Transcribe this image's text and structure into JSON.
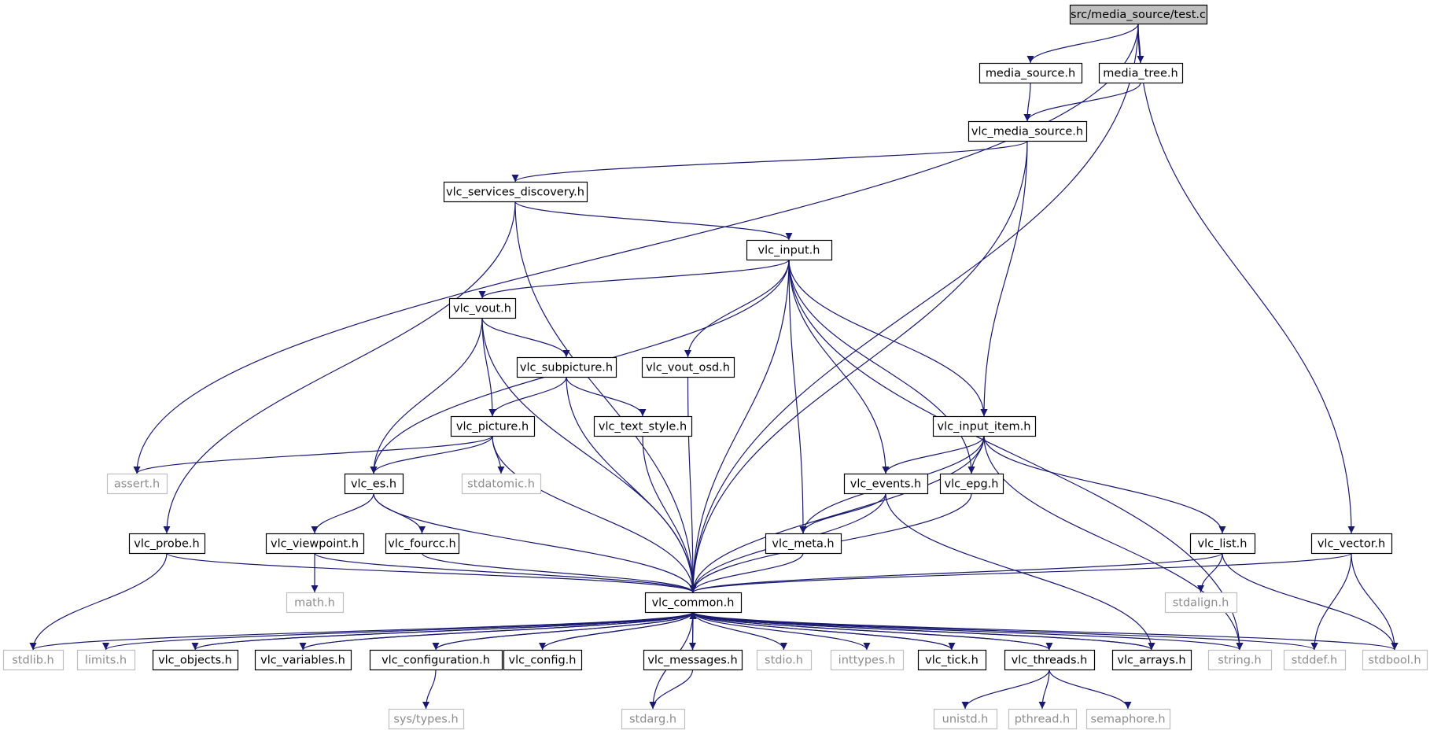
{
  "title": "src/media_source/test.c",
  "colors": {
    "edge": "#191970",
    "node_border": "#000000",
    "external_border": "#bfbfbf",
    "external_text": "#8c8c8c",
    "root_fill": "#bfbfbf"
  },
  "nodes": [
    {
      "id": "test_c",
      "label": "src/media_source/test.c",
      "kind": "root"
    },
    {
      "id": "media_source_h",
      "label": "media_source.h",
      "kind": "local"
    },
    {
      "id": "media_tree_h",
      "label": "media_tree.h",
      "kind": "local"
    },
    {
      "id": "vlc_media_source_h",
      "label": "vlc_media_source.h",
      "kind": "local"
    },
    {
      "id": "vlc_services_discovery_h",
      "label": "vlc_services_discovery.h",
      "kind": "local"
    },
    {
      "id": "vlc_input_h",
      "label": "vlc_input.h",
      "kind": "local"
    },
    {
      "id": "vlc_vout_h",
      "label": "vlc_vout.h",
      "kind": "local"
    },
    {
      "id": "vlc_subpicture_h",
      "label": "vlc_subpicture.h",
      "kind": "local"
    },
    {
      "id": "vlc_vout_osd_h",
      "label": "vlc_vout_osd.h",
      "kind": "local"
    },
    {
      "id": "vlc_picture_h",
      "label": "vlc_picture.h",
      "kind": "local"
    },
    {
      "id": "vlc_text_style_h",
      "label": "vlc_text_style.h",
      "kind": "local"
    },
    {
      "id": "vlc_input_item_h",
      "label": "vlc_input_item.h",
      "kind": "local"
    },
    {
      "id": "assert_h",
      "label": "assert.h",
      "kind": "external"
    },
    {
      "id": "vlc_es_h",
      "label": "vlc_es.h",
      "kind": "local"
    },
    {
      "id": "stdatomic_h",
      "label": "stdatomic.h",
      "kind": "external"
    },
    {
      "id": "vlc_events_h",
      "label": "vlc_events.h",
      "kind": "local"
    },
    {
      "id": "vlc_epg_h",
      "label": "vlc_epg.h",
      "kind": "local"
    },
    {
      "id": "vlc_probe_h",
      "label": "vlc_probe.h",
      "kind": "local"
    },
    {
      "id": "vlc_viewpoint_h",
      "label": "vlc_viewpoint.h",
      "kind": "local"
    },
    {
      "id": "vlc_fourcc_h",
      "label": "vlc_fourcc.h",
      "kind": "local"
    },
    {
      "id": "vlc_meta_h",
      "label": "vlc_meta.h",
      "kind": "local"
    },
    {
      "id": "vlc_list_h",
      "label": "vlc_list.h",
      "kind": "local"
    },
    {
      "id": "vlc_vector_h",
      "label": "vlc_vector.h",
      "kind": "local"
    },
    {
      "id": "math_h",
      "label": "math.h",
      "kind": "external"
    },
    {
      "id": "vlc_common_h",
      "label": "vlc_common.h",
      "kind": "local"
    },
    {
      "id": "stdalign_h",
      "label": "stdalign.h",
      "kind": "external"
    },
    {
      "id": "stdlib_h",
      "label": "stdlib.h",
      "kind": "external"
    },
    {
      "id": "limits_h",
      "label": "limits.h",
      "kind": "external"
    },
    {
      "id": "vlc_objects_h",
      "label": "vlc_objects.h",
      "kind": "local"
    },
    {
      "id": "vlc_variables_h",
      "label": "vlc_variables.h",
      "kind": "local"
    },
    {
      "id": "vlc_configuration_h",
      "label": "vlc_configuration.h",
      "kind": "local"
    },
    {
      "id": "vlc_config_h",
      "label": "vlc_config.h",
      "kind": "local"
    },
    {
      "id": "vlc_messages_h",
      "label": "vlc_messages.h",
      "kind": "local"
    },
    {
      "id": "stdio_h",
      "label": "stdio.h",
      "kind": "external"
    },
    {
      "id": "inttypes_h",
      "label": "inttypes.h",
      "kind": "external"
    },
    {
      "id": "vlc_tick_h",
      "label": "vlc_tick.h",
      "kind": "local"
    },
    {
      "id": "vlc_threads_h",
      "label": "vlc_threads.h",
      "kind": "local"
    },
    {
      "id": "vlc_arrays_h",
      "label": "vlc_arrays.h",
      "kind": "local"
    },
    {
      "id": "string_h",
      "label": "string.h",
      "kind": "external"
    },
    {
      "id": "stddef_h",
      "label": "stddef.h",
      "kind": "external"
    },
    {
      "id": "stdbool_h",
      "label": "stdbool.h",
      "kind": "external"
    },
    {
      "id": "sys_types_h",
      "label": "sys/types.h",
      "kind": "external"
    },
    {
      "id": "stdarg_h",
      "label": "stdarg.h",
      "kind": "external"
    },
    {
      "id": "unistd_h",
      "label": "unistd.h",
      "kind": "external"
    },
    {
      "id": "pthread_h",
      "label": "pthread.h",
      "kind": "external"
    },
    {
      "id": "semaphore_h",
      "label": "semaphore.h",
      "kind": "external"
    }
  ],
  "edges": [
    {
      "from": "test_c",
      "to": "assert_h"
    },
    {
      "from": "test_c",
      "to": "media_source_h"
    },
    {
      "from": "test_c",
      "to": "media_tree_h"
    },
    {
      "from": "test_c",
      "to": "vlc_common_h"
    },
    {
      "from": "test_c",
      "to": "vlc_vector_h"
    },
    {
      "from": "media_source_h",
      "to": "vlc_media_source_h"
    },
    {
      "from": "media_tree_h",
      "to": "vlc_media_source_h"
    },
    {
      "from": "vlc_media_source_h",
      "to": "vlc_services_discovery_h"
    },
    {
      "from": "vlc_media_source_h",
      "to": "vlc_input_item_h"
    },
    {
      "from": "vlc_media_source_h",
      "to": "vlc_common_h"
    },
    {
      "from": "vlc_services_discovery_h",
      "to": "vlc_input_h"
    },
    {
      "from": "vlc_services_discovery_h",
      "to": "vlc_probe_h"
    },
    {
      "from": "vlc_services_discovery_h",
      "to": "vlc_common_h"
    },
    {
      "from": "vlc_input_h",
      "to": "vlc_vout_h"
    },
    {
      "from": "vlc_input_h",
      "to": "vlc_es_h"
    },
    {
      "from": "vlc_input_h",
      "to": "vlc_vout_osd_h"
    },
    {
      "from": "vlc_input_h",
      "to": "vlc_common_h"
    },
    {
      "from": "vlc_input_h",
      "to": "vlc_meta_h"
    },
    {
      "from": "vlc_input_h",
      "to": "vlc_events_h"
    },
    {
      "from": "vlc_input_h",
      "to": "vlc_epg_h"
    },
    {
      "from": "vlc_input_h",
      "to": "vlc_input_item_h"
    },
    {
      "from": "vlc_input_h",
      "to": "string_h"
    },
    {
      "from": "vlc_vout_h",
      "to": "vlc_subpicture_h"
    },
    {
      "from": "vlc_vout_h",
      "to": "vlc_picture_h"
    },
    {
      "from": "vlc_vout_h",
      "to": "vlc_es_h"
    },
    {
      "from": "vlc_vout_h",
      "to": "vlc_common_h"
    },
    {
      "from": "vlc_subpicture_h",
      "to": "vlc_picture_h"
    },
    {
      "from": "vlc_subpicture_h",
      "to": "vlc_text_style_h"
    },
    {
      "from": "vlc_subpicture_h",
      "to": "vlc_common_h"
    },
    {
      "from": "vlc_vout_osd_h",
      "to": "vlc_common_h"
    },
    {
      "from": "vlc_picture_h",
      "to": "assert_h"
    },
    {
      "from": "vlc_picture_h",
      "to": "vlc_es_h"
    },
    {
      "from": "vlc_picture_h",
      "to": "stdatomic_h"
    },
    {
      "from": "vlc_picture_h",
      "to": "vlc_common_h"
    },
    {
      "from": "vlc_text_style_h",
      "to": "vlc_common_h"
    },
    {
      "from": "vlc_es_h",
      "to": "vlc_viewpoint_h"
    },
    {
      "from": "vlc_es_h",
      "to": "vlc_fourcc_h"
    },
    {
      "from": "vlc_es_h",
      "to": "vlc_common_h"
    },
    {
      "from": "vlc_viewpoint_h",
      "to": "math_h"
    },
    {
      "from": "vlc_viewpoint_h",
      "to": "vlc_common_h"
    },
    {
      "from": "vlc_fourcc_h",
      "to": "vlc_common_h"
    },
    {
      "from": "vlc_probe_h",
      "to": "stdlib_h"
    },
    {
      "from": "vlc_probe_h",
      "to": "vlc_common_h"
    },
    {
      "from": "vlc_input_item_h",
      "to": "vlc_events_h"
    },
    {
      "from": "vlc_input_item_h",
      "to": "vlc_epg_h"
    },
    {
      "from": "vlc_input_item_h",
      "to": "vlc_meta_h"
    },
    {
      "from": "vlc_input_item_h",
      "to": "vlc_common_h"
    },
    {
      "from": "vlc_input_item_h",
      "to": "vlc_list_h"
    },
    {
      "from": "vlc_input_item_h",
      "to": "string_h"
    },
    {
      "from": "vlc_events_h",
      "to": "vlc_meta_h"
    },
    {
      "from": "vlc_events_h",
      "to": "vlc_common_h"
    },
    {
      "from": "vlc_events_h",
      "to": "vlc_arrays_h"
    },
    {
      "from": "vlc_epg_h",
      "to": "vlc_common_h"
    },
    {
      "from": "vlc_meta_h",
      "to": "vlc_common_h"
    },
    {
      "from": "vlc_list_h",
      "to": "vlc_common_h"
    },
    {
      "from": "vlc_list_h",
      "to": "stdalign_h"
    },
    {
      "from": "vlc_list_h",
      "to": "stdbool_h"
    },
    {
      "from": "vlc_vector_h",
      "to": "vlc_common_h"
    },
    {
      "from": "vlc_vector_h",
      "to": "stddef_h"
    },
    {
      "from": "vlc_vector_h",
      "to": "stdbool_h"
    },
    {
      "from": "vlc_common_h",
      "to": "stdlib_h"
    },
    {
      "from": "vlc_common_h",
      "to": "limits_h"
    },
    {
      "from": "vlc_common_h",
      "to": "vlc_objects_h"
    },
    {
      "from": "vlc_common_h",
      "to": "vlc_variables_h"
    },
    {
      "from": "vlc_common_h",
      "to": "vlc_configuration_h"
    },
    {
      "from": "vlc_common_h",
      "to": "vlc_config_h"
    },
    {
      "from": "vlc_common_h",
      "to": "stdarg_h"
    },
    {
      "from": "vlc_common_h",
      "to": "vlc_messages_h"
    },
    {
      "from": "vlc_common_h",
      "to": "stdio_h"
    },
    {
      "from": "vlc_common_h",
      "to": "inttypes_h"
    },
    {
      "from": "vlc_common_h",
      "to": "vlc_tick_h"
    },
    {
      "from": "vlc_common_h",
      "to": "vlc_threads_h"
    },
    {
      "from": "vlc_common_h",
      "to": "vlc_arrays_h"
    },
    {
      "from": "vlc_common_h",
      "to": "string_h"
    },
    {
      "from": "vlc_common_h",
      "to": "stddef_h"
    },
    {
      "from": "vlc_common_h",
      "to": "stdbool_h"
    },
    {
      "from": "vlc_objects_h",
      "to": "vlc_common_h"
    },
    {
      "from": "vlc_variables_h",
      "to": "vlc_common_h"
    },
    {
      "from": "vlc_configuration_h",
      "to": "vlc_common_h"
    },
    {
      "from": "vlc_configuration_h",
      "to": "sys_types_h"
    },
    {
      "from": "vlc_config_h",
      "to": "vlc_common_h"
    },
    {
      "from": "vlc_messages_h",
      "to": "vlc_common_h"
    },
    {
      "from": "vlc_messages_h",
      "to": "stdarg_h"
    },
    {
      "from": "vlc_tick_h",
      "to": "vlc_common_h"
    },
    {
      "from": "vlc_threads_h",
      "to": "vlc_common_h"
    },
    {
      "from": "vlc_threads_h",
      "to": "unistd_h"
    },
    {
      "from": "vlc_threads_h",
      "to": "pthread_h"
    },
    {
      "from": "vlc_threads_h",
      "to": "semaphore_h"
    },
    {
      "from": "vlc_arrays_h",
      "to": "vlc_common_h"
    }
  ]
}
